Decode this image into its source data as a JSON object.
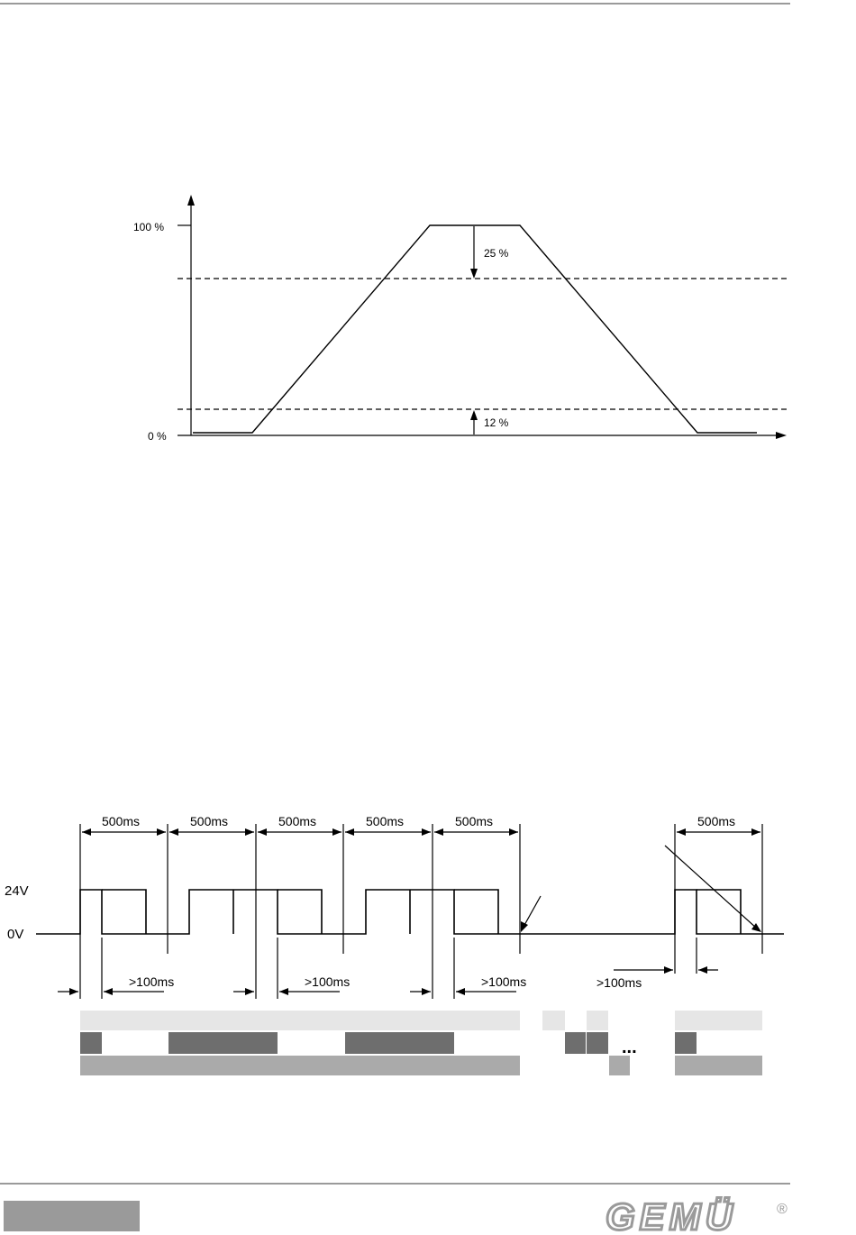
{
  "ramp_diagram": {
    "y_tick_top": "100 %",
    "y_tick_bottom": "0 %",
    "upper_offset": "25 %",
    "lower_offset": "12 %",
    "upper_threshold_fraction": 0.75,
    "lower_threshold_fraction": 0.12
  },
  "timing_diagram": {
    "level_high": "24V",
    "level_low": "0V",
    "interval_labels": [
      "500ms",
      "500ms",
      "500ms",
      "500ms",
      "500ms",
      "500ms"
    ],
    "pulse_labels": [
      ">100ms",
      ">100ms",
      ">100ms",
      ">100ms"
    ],
    "ellipsis": "..."
  },
  "footer": {
    "brand": "GEMÜ",
    "registered": "®"
  },
  "colors": {
    "bar_light": "#e6e6e6",
    "bar_dark": "#6e6e6e",
    "bar_mid": "#aaaaaa",
    "rule": "#9a9a9a"
  }
}
